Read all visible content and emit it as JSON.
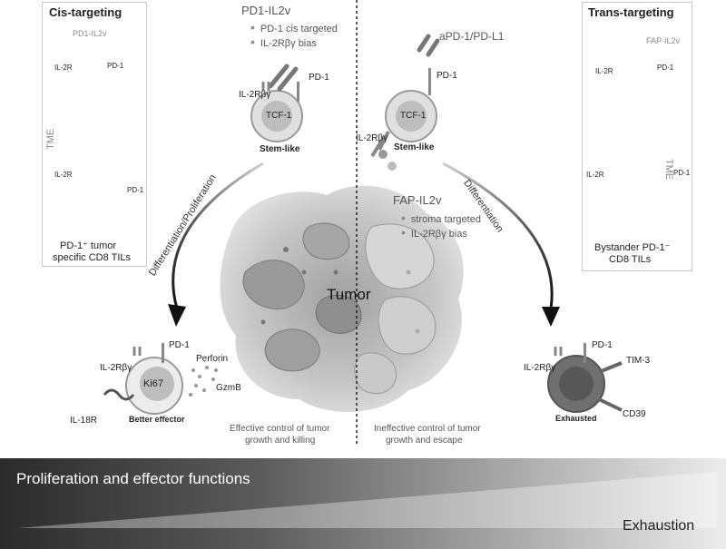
{
  "left_box": {
    "title": "Cis-targeting",
    "molecule": "PD1-IL2v",
    "il2r": "IL-2R",
    "pd1": "PD-1",
    "tme": "TME",
    "il2r_2": "IL-2R",
    "pd1_2": "PD-1",
    "caption_line1": "PD-1⁺ tumor",
    "caption_line2": "specific  CD8 TILs"
  },
  "right_box": {
    "title": "Trans-targeting",
    "molecule": "FAP-IL2v",
    "il2r": "IL-2R",
    "pd1": "PD-1",
    "tme": "TME",
    "il2r_2": "IL-2R",
    "pd1_2": "PD-1",
    "caption_line1": "Bystander PD-1⁻",
    "caption_line2": "CD8 TILs"
  },
  "center_left": {
    "molecule": "PD1-IL2v",
    "bullet1": "PD-1 cis targeted",
    "bullet2": "IL-2Rβγ bias",
    "pd1": "PD-1",
    "il2rbg": "IL-2Rβγ",
    "cell_label": "TCF-1",
    "cell_caption": "Stem-like",
    "arrow_label": "Differentiation/Proliferation"
  },
  "center_right": {
    "molecule": "aPD-1/PD-L1",
    "pd1": "PD-1",
    "il2rbg": "IL-2Rβγ",
    "cell_label": "TCF-1",
    "cell_caption": "Stem-like",
    "fap_title": "FAP-IL2v",
    "bullet1": "stroma targeted",
    "bullet2": "IL-2Rβγ bias",
    "arrow_label": "Differentiation"
  },
  "tumor": {
    "label": "Tumor"
  },
  "effector": {
    "pd1": "PD-1",
    "il2rbg": "IL-2Rβγ",
    "perforin": "Perforin",
    "gzmb": "GzmB",
    "ki67": "Ki67",
    "il18r": "IL-18R",
    "caption": "Better effector",
    "outcome_line1": "Effective control of tumor",
    "outcome_line2": "growth  and  killing"
  },
  "exhausted": {
    "pd1": "PD-1",
    "il2rbg": "IL-2Rβγ",
    "tim3": "TIM-3",
    "cd39": "CD39",
    "caption": "Exhausted",
    "outcome_line1": "Ineffective control of tumor",
    "outcome_line2": "growth  and escape"
  },
  "bottom_bar": {
    "left_label": "Proliferation and effector functions",
    "right_label": "Exhaustion"
  },
  "colors": {
    "cell_fill": "#d9d9d9",
    "cell_stroke": "#9a9a9a",
    "nucleus": "#bdbdbd",
    "exhausted_fill": "#6f6f6f",
    "bar_dark": "#2b2b2b",
    "bar_light": "#e9e9e9"
  }
}
